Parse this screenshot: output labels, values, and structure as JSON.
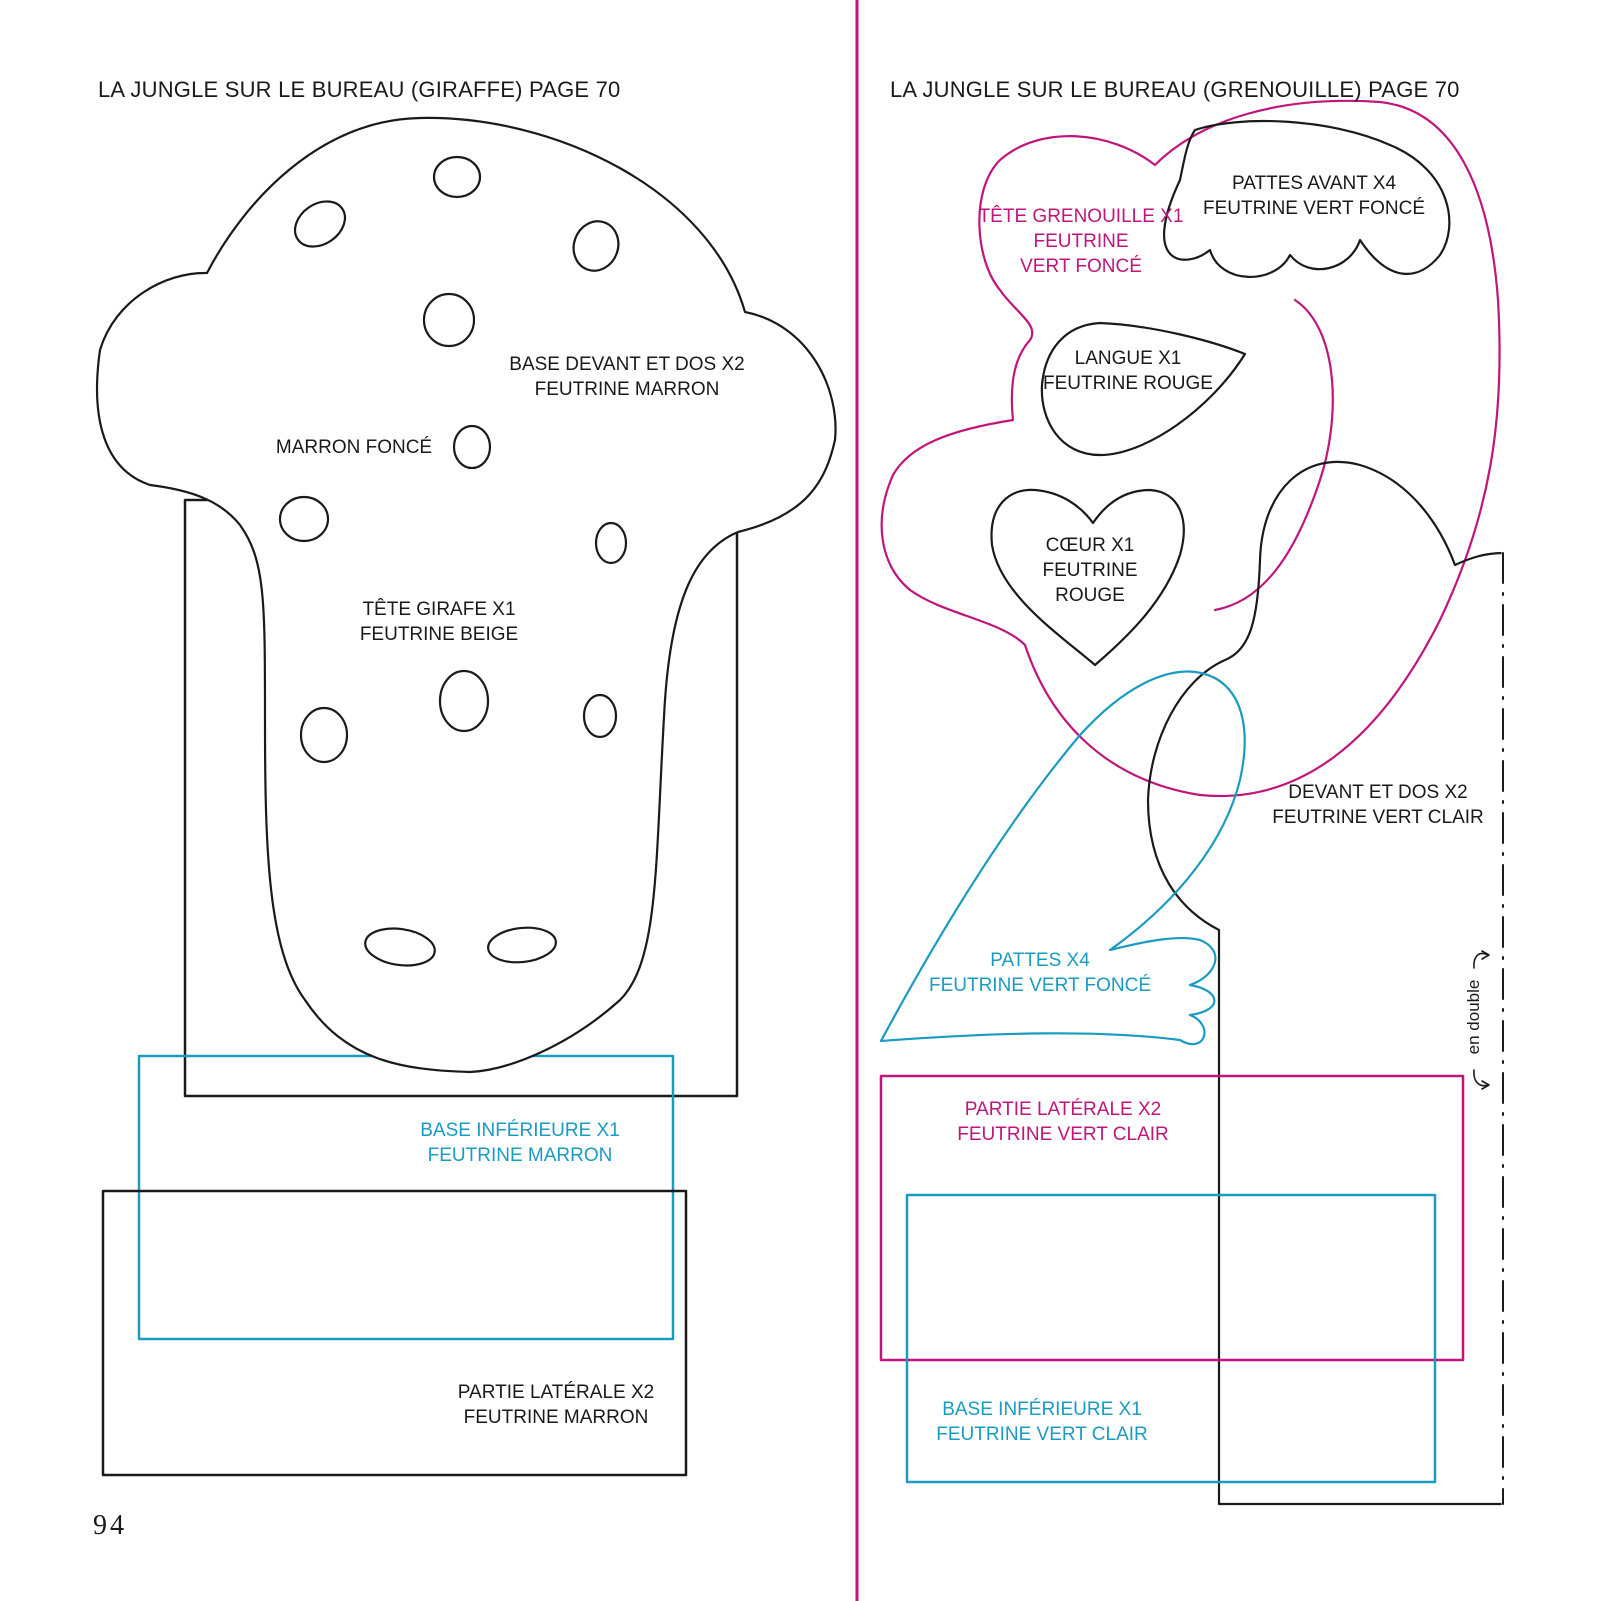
{
  "page": {
    "number": "94"
  },
  "colors": {
    "black": "#1a1a1a",
    "magenta": "#c0157a",
    "cyan": "#1a9bc2"
  },
  "left": {
    "title": "LA JUNGLE SUR LE BUREAU (GIRAFFE) PAGE 70",
    "labels": {
      "base_devant": {
        "line1": "BASE DEVANT ET DOS X2",
        "line2": "FEUTRINE MARRON"
      },
      "marron_fonce": "MARRON FONCÉ",
      "tete_girafe": {
        "line1": "TÊTE GIRAFE X1",
        "line2": "FEUTRINE BEIGE"
      },
      "base_inferieure": {
        "line1": "BASE INFÉRIEURE X1",
        "line2": "FEUTRINE MARRON"
      },
      "partie_laterale": {
        "line1": "PARTIE LATÉRALE X2",
        "line2": "FEUTRINE MARRON"
      }
    }
  },
  "right": {
    "title": "LA JUNGLE SUR LE BUREAU (GRENOUILLE) PAGE 70",
    "labels": {
      "tete_grenouille": {
        "line1": "TÊTE GRENOUILLE X1",
        "line2": "FEUTRINE",
        "line3": "VERT FONCÉ"
      },
      "pattes_avant": {
        "line1": "PATTES AVANT X4",
        "line2": "FEUTRINE VERT FONCÉ"
      },
      "langue": {
        "line1": "LANGUE X1",
        "line2": "FEUTRINE ROUGE"
      },
      "coeur": {
        "line1": "CŒUR X1",
        "line2": "FEUTRINE",
        "line3": "ROUGE"
      },
      "devant_dos": {
        "line1": "DEVANT ET DOS X2",
        "line2": "FEUTRINE VERT CLAIR"
      },
      "pattes": {
        "line1": "PATTES X4",
        "line2": "FEUTRINE VERT FONCÉ"
      },
      "partie_laterale": {
        "line1": "PARTIE LATÉRALE X2",
        "line2": "FEUTRINE VERT CLAIR"
      },
      "base_inferieure": {
        "line1": "BASE INFÉRIEURE X1",
        "line2": "FEUTRINE VERT CLAIR"
      },
      "fold_note": "en double"
    }
  }
}
